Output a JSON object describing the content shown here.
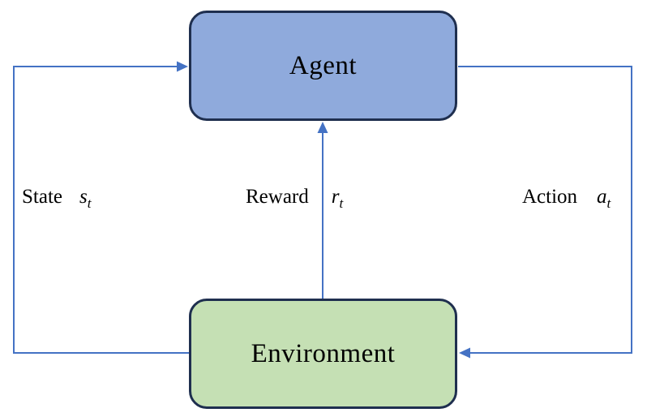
{
  "diagram": {
    "type": "flow-loop",
    "topic": "reinforcement-learning agent-environment interaction",
    "nodes": {
      "agent": {
        "label": "Agent",
        "fill": "#8FAADC",
        "border": "#1F2F4F"
      },
      "environment": {
        "label": "Environment",
        "fill": "#C5E0B4",
        "border": "#1F2F4F"
      }
    },
    "edges": {
      "state": {
        "label": "State",
        "symbol": "s",
        "subscript": "t",
        "from": "environment",
        "to": "agent",
        "side": "left"
      },
      "reward": {
        "label": "Reward",
        "symbol": "r",
        "subscript": "t",
        "from": "environment",
        "to": "agent",
        "side": "middle"
      },
      "action": {
        "label": "Action",
        "symbol": "a",
        "subscript": "t",
        "from": "agent",
        "to": "environment",
        "side": "right"
      }
    },
    "colors": {
      "connector": "#4472C4",
      "node_border": "#1F2F4F",
      "agent_fill": "#8FAADC",
      "environment_fill": "#C5E0B4",
      "text": "#000000",
      "background": "#FFFFFF"
    }
  }
}
